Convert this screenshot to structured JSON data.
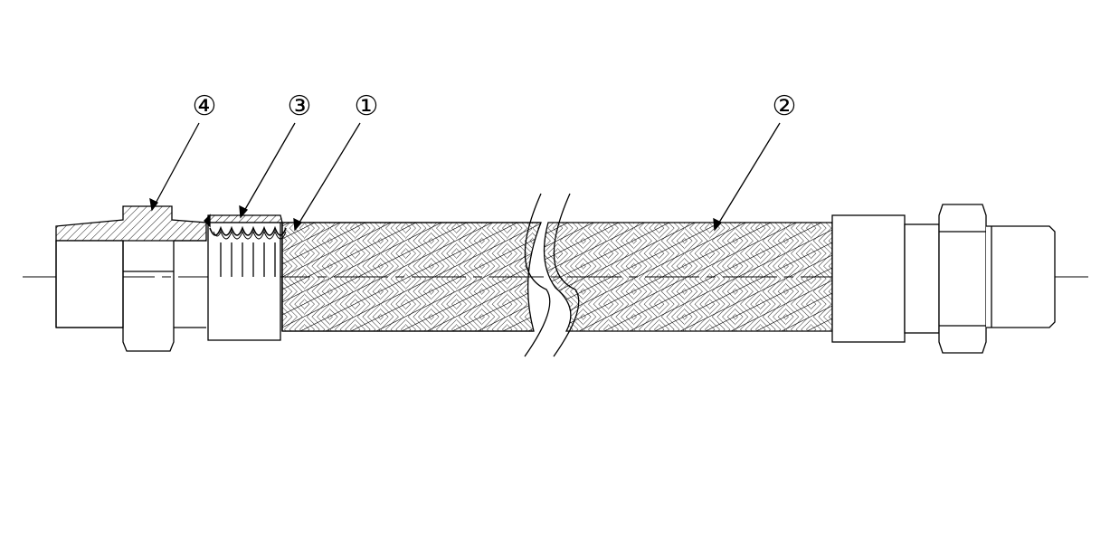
{
  "callouts": [
    {
      "id": "1",
      "label": "①"
    },
    {
      "id": "2",
      "label": "②"
    },
    {
      "id": "3",
      "label": "③"
    },
    {
      "id": "4",
      "label": "④"
    }
  ],
  "colors": {
    "line": "#000000",
    "background": "#ffffff"
  }
}
